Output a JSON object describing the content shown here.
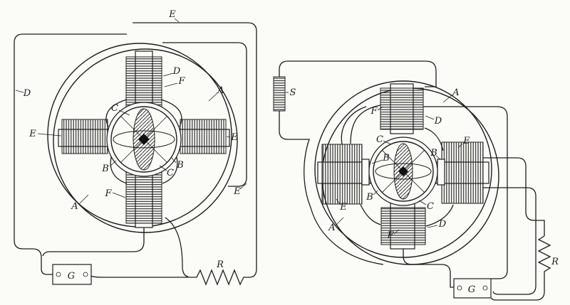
{
  "page": {
    "ink_color": "#1d1d1d",
    "paper_color": "#fbfbf8",
    "description": "Patent-style line drawing of two alternating-current electro-magnetic motors with generator and resistance"
  },
  "left": {
    "labels": {
      "e_top_wire": "E",
      "d_outer_wire": "D",
      "e_left_coil": "E",
      "a_ring_lower_left": "A",
      "f_bottom_coil": "F",
      "b_left_pole": "B",
      "c_upper": "C",
      "c_lower": "C",
      "b_right_pole": "B",
      "d_top_core": "D",
      "f_top_coil": "F",
      "a_ring_upper_right": "A",
      "e_right_coil": "E",
      "e_lower_right_wire": "E",
      "g_generator": "G",
      "r_resistor": "R"
    }
  },
  "right": {
    "labels": {
      "s_coil": "S",
      "a_ring_upper_right": "A",
      "f_top_coil": "F",
      "d_top_core": "D",
      "c_upper": "C",
      "e_right_coil": "E",
      "b_right_pole": "B",
      "b_left_pole": "B",
      "e_left_coil": "E",
      "b_lower_pole": "B",
      "c_lower": "C",
      "a_ring_lower_left": "A",
      "d_lower_core": "D",
      "f_bottom_coil": "F",
      "g_generator": "G",
      "r_resistor": "R"
    }
  }
}
